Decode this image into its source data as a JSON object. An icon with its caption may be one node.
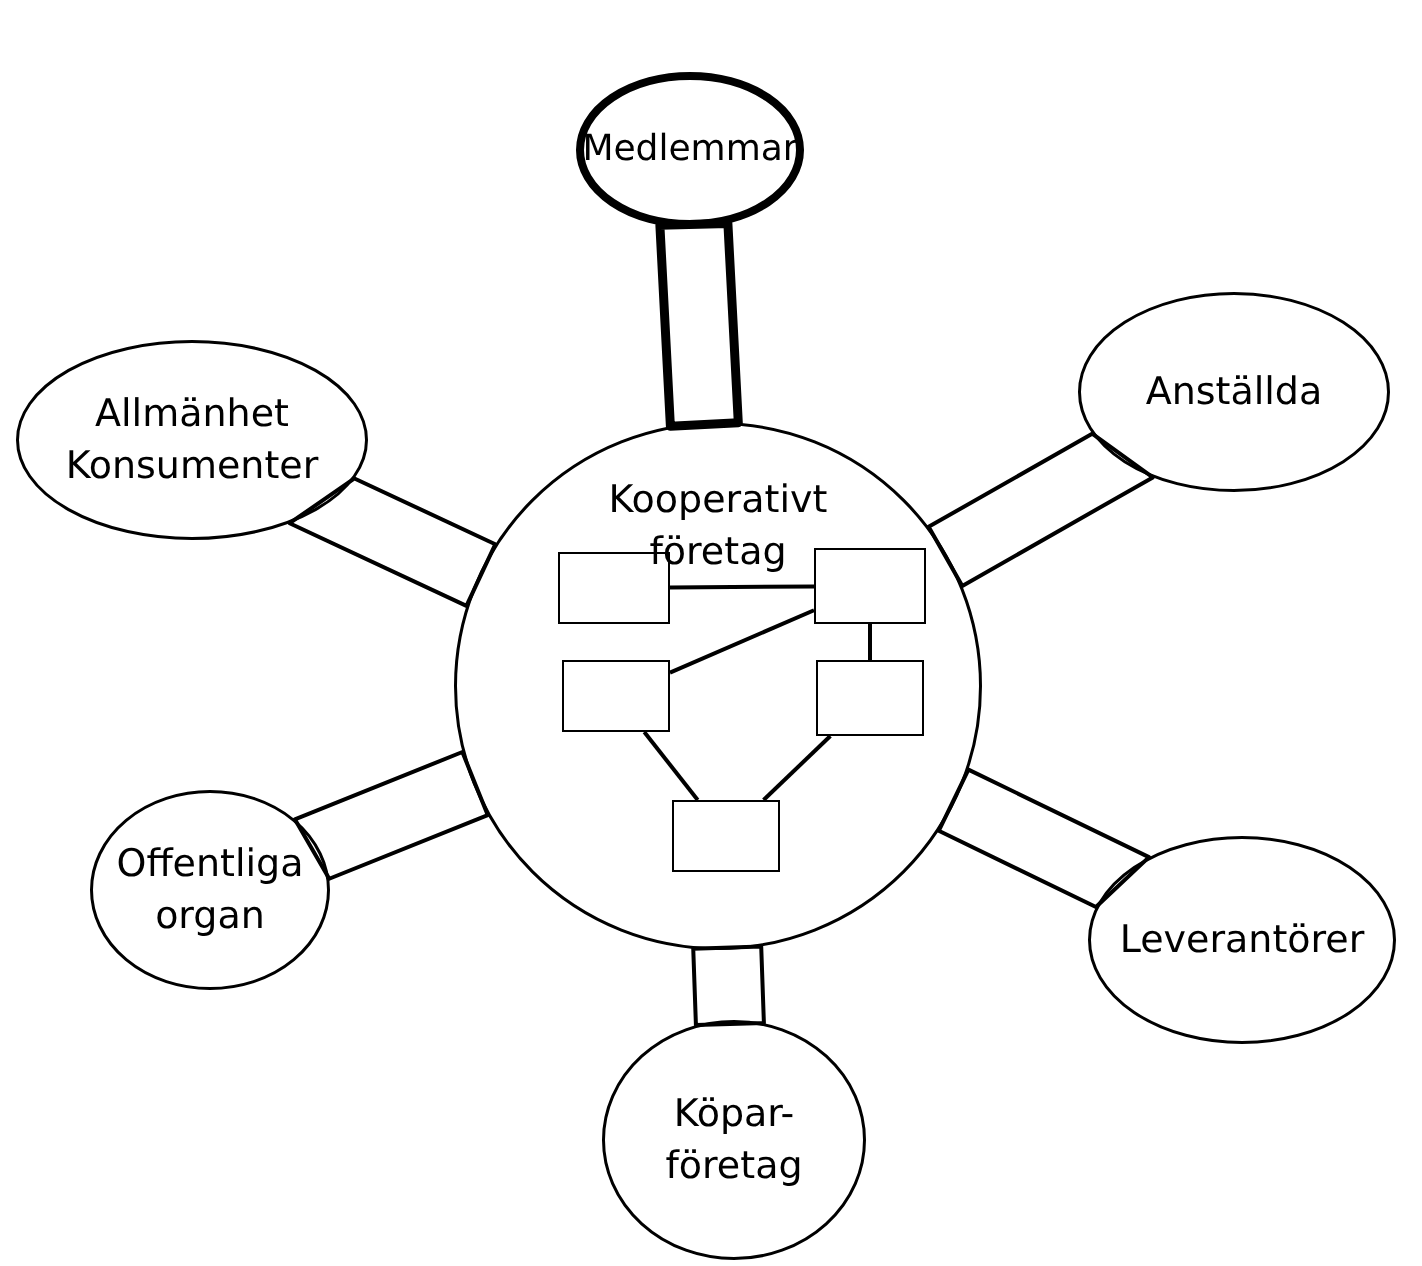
{
  "diagram": {
    "nodes": [
      {
        "text": [
          "Medlemmar"
        ]
      },
      {
        "text": [
          "Allmänhet Konsumenter"
        ]
      },
      {
        "text": [
          "Anställda"
        ]
      },
      {
        "text": [
          "Kooperativt företag"
        ]
      },
      {
        "text": [],
        "shape": "box",
        "in": 3
      },
      {
        "text": [],
        "shape": "box",
        "in": 3
      },
      {
        "text": [],
        "shape": "box",
        "in": 3
      },
      {
        "text": [],
        "shape": "box",
        "in": 3
      },
      {
        "text": [],
        "shape": "box",
        "in": 3
      },
      {
        "text": [
          "Offentliga organ"
        ]
      },
      {
        "text": [
          "Leverantörer"
        ]
      },
      {
        "text": [
          "Köpar-företag"
        ]
      }
    ],
    "edges": [
      {
        "from": 0,
        "to": 3,
        "arrow": "none",
        "style": "thick"
      },
      {
        "from": 1,
        "to": 3,
        "arrow": "none"
      },
      {
        "from": 2,
        "to": 3,
        "arrow": "none"
      },
      {
        "from": 9,
        "to": 3,
        "arrow": "none"
      },
      {
        "from": 10,
        "to": 3,
        "arrow": "none"
      },
      {
        "from": 11,
        "to": 3,
        "arrow": "none"
      },
      {
        "from": 4,
        "to": 5,
        "arrow": "none"
      },
      {
        "from": 6,
        "to": 5,
        "arrow": "none"
      },
      {
        "from": 5,
        "to": 7,
        "arrow": "none"
      },
      {
        "from": 6,
        "to": 8,
        "arrow": "none"
      },
      {
        "from": 7,
        "to": 8,
        "arrow": "none"
      }
    ]
  }
}
